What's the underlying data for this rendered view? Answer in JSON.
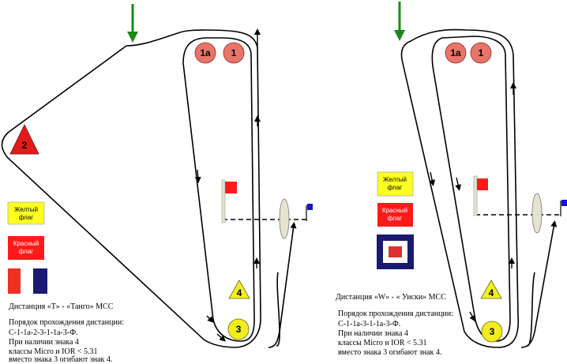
{
  "diagrams": [
    {
      "id": "tango",
      "marks": {
        "m1a": "1a",
        "m1": "1",
        "m2": "2",
        "m3": "3",
        "m4": "4"
      },
      "legend": {
        "yellow_flag": "Желтый флаг",
        "red_flag": "Красный флаг"
      },
      "title": "Дистанция «T» - «Танго» МСС",
      "order_heading": "Порядок прохождения дистанции:",
      "order": "С-1-1а-2-3-1-1а-3-Ф.",
      "note_lines": [
        "При наличии знака 4",
        "классы Micro и IOR < 5.31",
        "вместо знака 3 огибают знак 4."
      ]
    },
    {
      "id": "whiskey",
      "marks": {
        "m1a": "1a",
        "m1": "1",
        "m3": "3",
        "m4": "4"
      },
      "legend": {
        "yellow_flag": "Желтый флаг",
        "red_flag": "Красный флаг"
      },
      "title": "Дистанция «W» - « Уиски» МСС",
      "order_heading": "Порядок прохождения дистанции:",
      "order": "С-1-1а-3-1-1а-3-Ф.",
      "note_lines": [
        "При наличии знака 4",
        "классы Micro и IOR < 5.31",
        "вместо знака 3 огибают знак 4."
      ]
    }
  ],
  "colors": {
    "wind_arrow": "#1a8a1a",
    "course_line": "#000000",
    "round_mark": "#e8756a",
    "triangle_mark": "#e21b1b",
    "yellow_mark": "#f2ee1e",
    "red_flag": "#ff1a1a",
    "yellow_flag": "#ffff22",
    "blue_flag": "#1515d0",
    "start_buoy": "#e6e4cf",
    "tango_blue": "#1a1a70",
    "tango_red": "#f03020",
    "whiskey_blue": "#1a1a70",
    "whiskey_red": "#e03030"
  }
}
